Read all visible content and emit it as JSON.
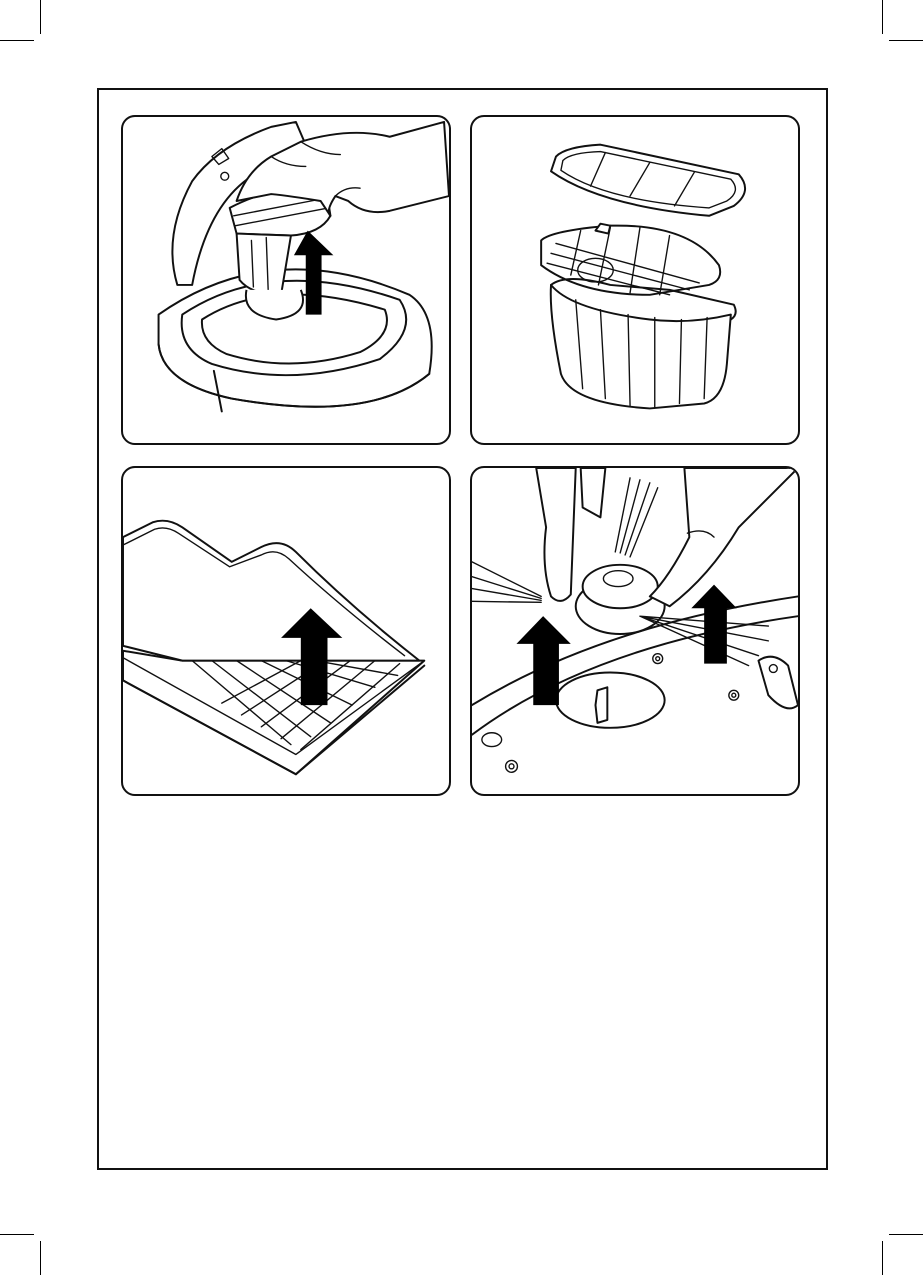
{
  "page": {
    "illustrations": [
      {
        "id": "remove-dust-container",
        "icon": "robot-vacuum-dustbin-removal-icon"
      },
      {
        "id": "dustbin-filter-parts",
        "icon": "filter-and-dustbin-icon"
      },
      {
        "id": "peel-filter-sheet",
        "icon": "filter-sheet-peel-icon"
      },
      {
        "id": "remove-side-brush",
        "icon": "side-brush-removal-icon"
      }
    ]
  }
}
